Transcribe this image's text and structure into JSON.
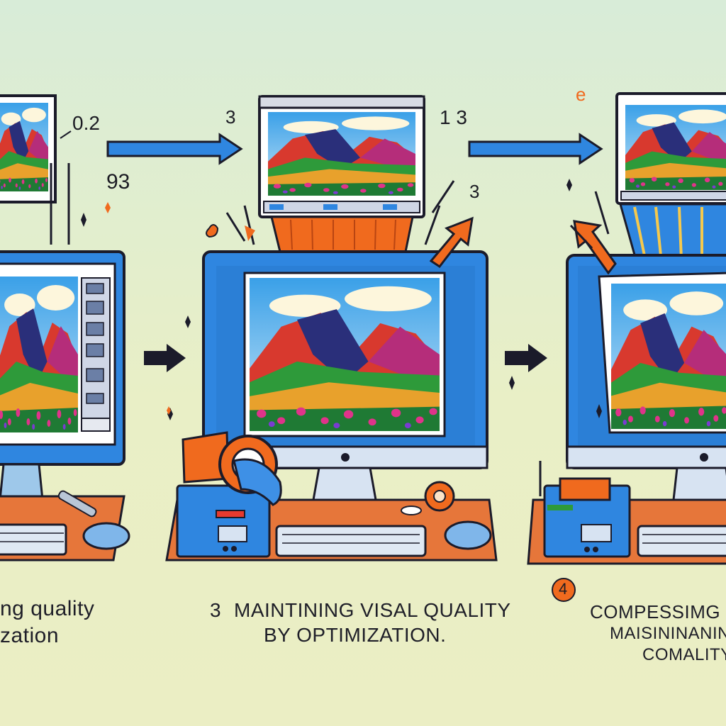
{
  "labels": {
    "top_left_a": "0.2",
    "top_left_b": "93",
    "top_mid_a": "3",
    "top_mid_b": "1 3",
    "mid_a": "3",
    "top_right_a": "e",
    "step_right": "4"
  },
  "captions": {
    "left_line1": "ng quality",
    "left_line2": "zation",
    "mid_number": "3",
    "mid_line1": "MAINTINING VISAL QUALITY",
    "mid_line2": "BY OPTIMIZATION.",
    "right_line1": "COMPESSIMG QU",
    "right_line2": "MAISININANIN",
    "right_line3": "COMALITY"
  },
  "colors": {
    "monitor_blue": "#2f86e0",
    "outline": "#1b1b2a",
    "desk": "#e6763a",
    "accent_orange": "#f06a1e"
  }
}
